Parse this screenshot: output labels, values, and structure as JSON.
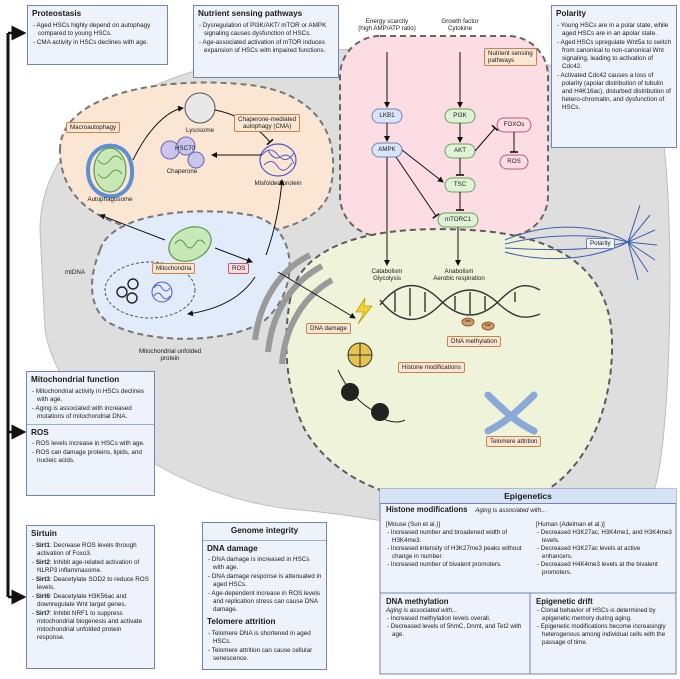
{
  "colors": {
    "cell": "#dedede",
    "nucleus": "#eef3d9",
    "nucleus_border": "#5b5b5b",
    "pink_area": "#fbdde3",
    "peach_area": "#fbe6d3",
    "blue_area": "#e2ebf9",
    "box_bg": "#eef3fb",
    "box_border": "#6f86b3"
  },
  "proteostasis": {
    "title": "Proteostasis",
    "items": [
      "Aged HSCs highly depend on autophagy compared to young HSCs.",
      "CMA activity in HSCs declines with age."
    ]
  },
  "nutrient": {
    "title": "Nutrient sensing pathways",
    "items": [
      "Dysregulation of PI3K/AKT/ mTOR or AMPK signaling causes dysfunction of HSCs.",
      "Age-associated activation of mTOR induces expansion of HSCs with impaired functions."
    ]
  },
  "polarity": {
    "title": "Polarity",
    "items": [
      "Young HSCs are in a polar state, while aged HSCs are in an apolar state.",
      "Aged HSCs upregulate Wnt5a to switch from canonical to non-canonical Wnt signaling, leading to activation of Cdc42.",
      "Activated Cdc42 causes a loss of polarity (apolar distribution of tubulin and H4K16ac), disturbed distribution of hetero-chromatin, and dysfunction of HSCs."
    ]
  },
  "mito": {
    "title": "Mitochondrial function",
    "items": [
      "Mitochondrial activity in HSCs declines with age.",
      "Aging is associated with increased mutations of mitochondrial DNA."
    ],
    "ros_title": "ROS",
    "ros_items": [
      "ROS levels increase in HSCs with age.",
      "ROS can damage proteins, lipids, and nucleic acids."
    ]
  },
  "sirtuin": {
    "title": "Sirtuin",
    "items": [
      {
        "k": "Sirt1",
        "v": ": Decrease ROS levels through activation of Foxo3."
      },
      {
        "k": "Sirt2",
        "v": ": Inhibit age-related activation of NLRP3 inflammasome."
      },
      {
        "k": "Sirt3",
        "v": ": Deacetylate SOD2 to reduce ROS levels."
      },
      {
        "k": "Sirt6",
        "v": ": Deacetylate H3K56ac and downregulate Wnt target genes."
      },
      {
        "k": "Sirt7",
        "v": ": Inhibit NRF1 to suppress mitochondrial biogenesis and activate mitochondrial unfolded protein response."
      }
    ]
  },
  "genome": {
    "title": "Genome integrity",
    "dna_title": "DNA damage",
    "dna_items": [
      "DNA damage is increased in HSCs with age.",
      "DNA damage response is attenuated in aged HSCs.",
      "Age-dependent increase in ROS levels and replication stress can cause DNA damage."
    ],
    "tel_title": "Telomere attrition",
    "tel_items": [
      "Telomere DNA is shortened in aged HSCs.",
      "Telomere attrition can cause cellular senescence."
    ]
  },
  "epigenetics": {
    "title": "Epigenetics",
    "histone_title": "Histone modifications",
    "histone_sub": "Aging is associated with...",
    "mouse_head": "[Mouse (Sun et al.)]",
    "mouse_items": [
      "Increased number and broadened width of H3K4me3.",
      "Increased intensity of H3K27me3 peaks without change in number.",
      "Increased number of bivalent promoters."
    ],
    "human_head": "[Human (Adelman et al.)]",
    "human_items": [
      "Decreased H3K27ac, H3K4me1, and H3K4me3 levels.",
      "Decreased H3K27ac levels at active enhancers.",
      "Decreased H4K4me3 levels at the bivalent promoters."
    ],
    "methyl_title": "DNA methylation",
    "methyl_sub": "Aging is associated with...",
    "methyl_items": [
      "Increased methylation levels overall.",
      "Decreased levels of 5hmC, Dnmt, and Tet2 with age."
    ],
    "drift_title": "Epigenetic drift",
    "drift_items": [
      "Clonal behavior of HSCs is determined by epigenetic memory during aging.",
      "Epigenetic modifications become increasingly heterogenous among individual cells with the passage of time."
    ]
  },
  "labels": {
    "energy": "Energy scarcity\n(high AMP/ATP ratio)",
    "growth": "Growth factor\nCytokine",
    "nsp_tag": "Nutrient sensing\npathways",
    "lkb1": "LKB1",
    "ampk": "AMPK",
    "pi3k": "PI3K",
    "akt": "AKT",
    "tsc": "TSC",
    "mtorc1": "mTORC1",
    "foxos": "FOXOs",
    "ros_small": "ROS",
    "catabolism": "Catabolism\nGlycolysis",
    "anabolism": "Anabolism\nAerobic respiration",
    "macro": "Macroautophagy",
    "lysosome": "Lysosome",
    "hsc70": "HSC70",
    "chaperone": "Chaperone",
    "cma": "Chaperone-mediated\nautophagy (CMA)",
    "misfolded": "Misfolded protein",
    "autophagosome": "Autophagosome",
    "mitochondria": "Mitochondria",
    "ros_mid": "ROS",
    "mtdna": "mtDNA",
    "mito_unfolded": "Mitochondrial unfolded\nprotein",
    "polarity": "Polarity",
    "dna_damage": "DNA damage",
    "dna_methylation": "DNA methylation",
    "histone_mod": "Histone modifications",
    "telomere": "Telomere attrition",
    "me": "Me"
  }
}
